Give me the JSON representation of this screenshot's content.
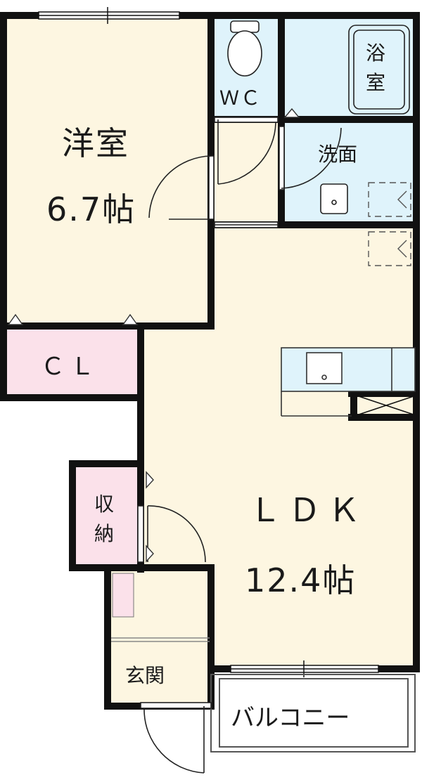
{
  "rooms": {
    "western": {
      "name": "洋室",
      "size": "6.7帖"
    },
    "closet": {
      "name": "ＣＬ"
    },
    "wc": {
      "name": "ＷＣ"
    },
    "bath": {
      "name_line1": "浴",
      "name_line2": "室"
    },
    "washroom": {
      "name": "洗面"
    },
    "ldk": {
      "name": "ＬＤＫ",
      "size": "12.4帖"
    },
    "storage": {
      "name_line1": "収",
      "name_line2": "納"
    },
    "entrance": {
      "name": "玄関"
    },
    "balcony": {
      "name": "バルコニー"
    }
  },
  "colors": {
    "wall": "#111111",
    "floor_room": "#fdf6e1",
    "wet_area": "#dff3fb",
    "storage": "#fbe1ea",
    "balcony": "#ffffff"
  }
}
